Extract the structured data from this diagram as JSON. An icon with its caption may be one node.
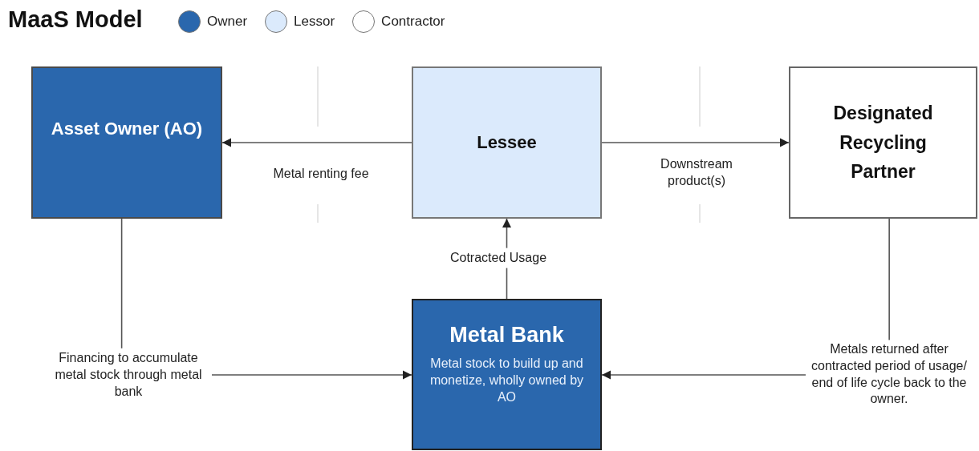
{
  "diagram": {
    "title": "MaaS Model",
    "nodes": [
      {
        "text": [
          "Asset Owner (AO)"
        ]
      },
      {
        "text": [
          "Lessee"
        ]
      },
      {
        "text": [
          "Designated Recycling Partner"
        ]
      },
      {
        "text": [
          "Metal Bank",
          "Metal stock to build up and monetize, wholly owned by AO"
        ]
      }
    ],
    "edges": [
      {
        "from": 1,
        "to": 0,
        "arrow": "to",
        "label": "Metal renting fee"
      },
      {
        "from": 1,
        "to": 2,
        "arrow": "to",
        "label": "Downstream product(s)"
      },
      {
        "from": 3,
        "to": 1,
        "arrow": "to",
        "label": "Cotracted Usage"
      },
      {
        "from": 0,
        "to": 3,
        "arrow": "to",
        "label": "Financing to accumulate metal stock through metal bank"
      },
      {
        "from": 2,
        "to": 3,
        "arrow": "to",
        "label": "Metals returned after contracted period of usage/ end of life cycle back to the owner."
      }
    ],
    "legend": [
      {
        "text": "Owner",
        "color": "#2a67ad"
      },
      {
        "text": "Lessor",
        "color": "#dbeafc"
      },
      {
        "text": "Contractor",
        "color": "#ffffff"
      }
    ]
  }
}
